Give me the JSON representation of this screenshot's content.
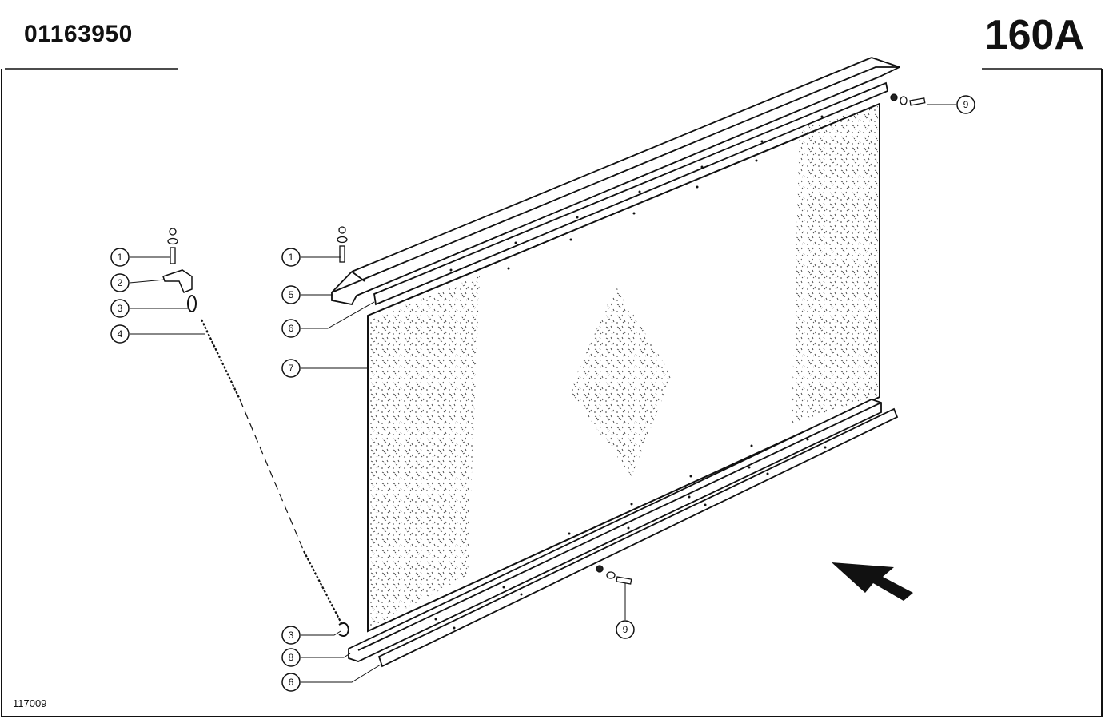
{
  "header": {
    "part_number": "01163950",
    "page_code": "160A"
  },
  "footer": {
    "figure_number": "117009"
  },
  "callouts": [
    {
      "id": "c-left-1",
      "label": "1"
    },
    {
      "id": "c-left-2",
      "label": "2"
    },
    {
      "id": "c-left-3",
      "label": "3"
    },
    {
      "id": "c-left-4",
      "label": "4"
    },
    {
      "id": "c-mid-1",
      "label": "1"
    },
    {
      "id": "c-mid-5",
      "label": "5"
    },
    {
      "id": "c-mid-6",
      "label": "6"
    },
    {
      "id": "c-mid-7",
      "label": "7"
    },
    {
      "id": "c-top-9",
      "label": "9"
    },
    {
      "id": "c-bot-9",
      "label": "9"
    },
    {
      "id": "c-bot-3",
      "label": "3"
    },
    {
      "id": "c-bot-8",
      "label": "8"
    },
    {
      "id": "c-bot-6",
      "label": "6"
    }
  ]
}
